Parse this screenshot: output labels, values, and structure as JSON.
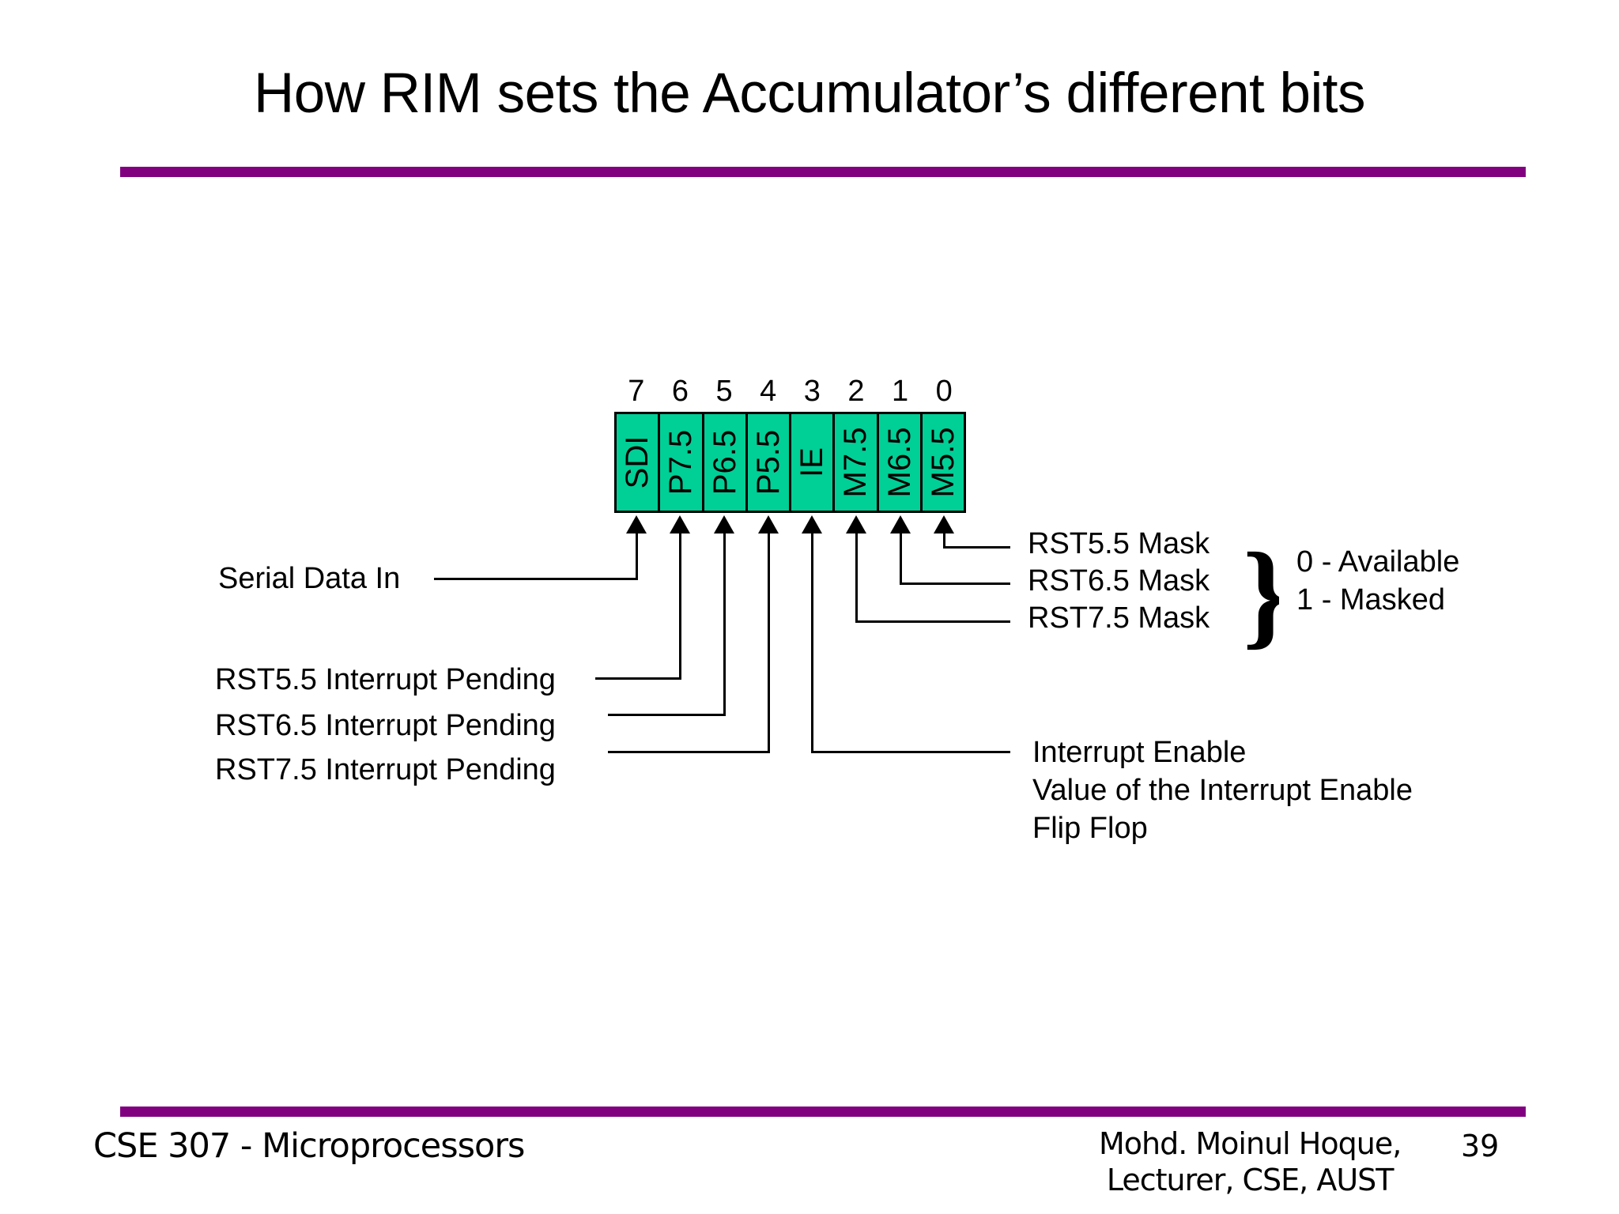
{
  "slide": {
    "title": "How RIM sets the Accumulator’s different bits",
    "accent_color": "#800080",
    "register_fill_color": "#00cf96"
  },
  "register": {
    "bit_numbers": [
      "7",
      "6",
      "5",
      "4",
      "3",
      "2",
      "1",
      "0"
    ],
    "cells": [
      {
        "label": "SDI",
        "bit": "7"
      },
      {
        "label": "P7.5",
        "bit": "6"
      },
      {
        "label": "P6.5",
        "bit": "5"
      },
      {
        "label": "P5.5",
        "bit": "4"
      },
      {
        "label": "IE",
        "bit": "3"
      },
      {
        "label": "M7.5",
        "bit": "2"
      },
      {
        "label": "M6.5",
        "bit": "1"
      },
      {
        "label": "M5.5",
        "bit": "0"
      }
    ]
  },
  "left_labels": {
    "serial_data_in": "Serial Data In",
    "rst55_pending": "RST5.5 Interrupt Pending",
    "rst65_pending": "RST6.5 Interrupt Pending",
    "rst75_pending": "RST7.5 Interrupt Pending"
  },
  "right_labels": {
    "rst55_mask": "RST5.5 Mask",
    "rst65_mask": "RST6.5 Mask",
    "rst75_mask": "RST7.5 Mask",
    "brace_glyph": "}",
    "mask_legend_0": "0 - Available",
    "mask_legend_1": "1 - Masked",
    "interrupt_enable_line1": "Interrupt Enable",
    "interrupt_enable_line2": "Value of the Interrupt Enable",
    "interrupt_enable_line3": "Flip Flop"
  },
  "footer": {
    "course": "CSE 307 - Microprocessors",
    "author_line1": "Mohd. Moinul Hoque,",
    "author_line2": "Lecturer, CSE, AUST",
    "page_number": "39"
  }
}
